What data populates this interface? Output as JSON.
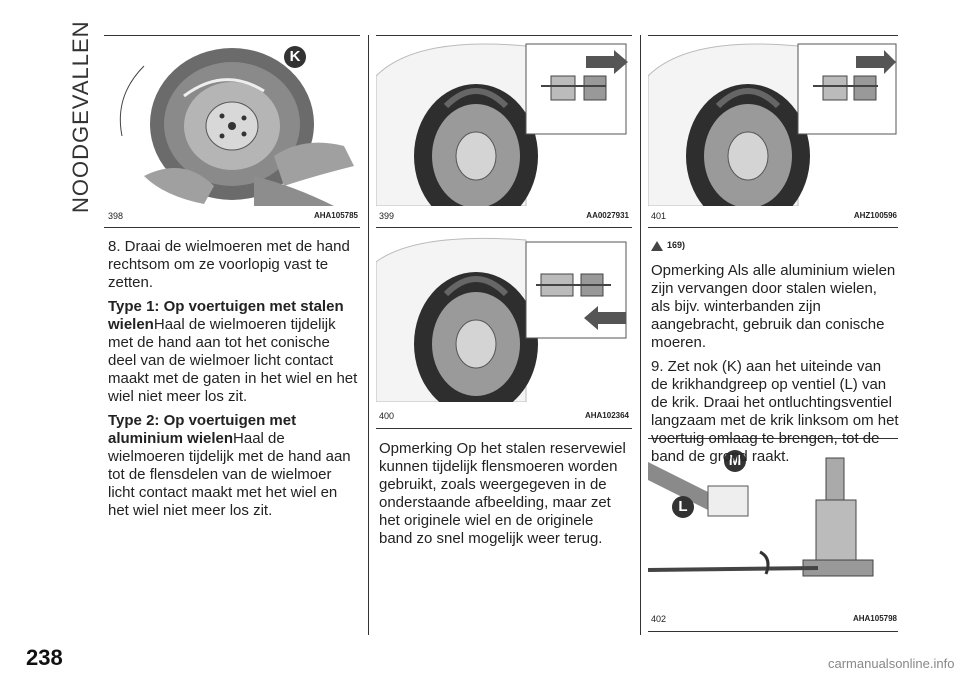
{
  "side_title": "NOODGEVALLEN",
  "page_number": "238",
  "figures": [
    {
      "num": "398",
      "code": "AHA105785",
      "callouts": [
        "K"
      ]
    },
    {
      "num": "399",
      "code": "AA0027931"
    },
    {
      "num": "400",
      "code": "AHA102364"
    },
    {
      "num": "401",
      "code": "AHZ100596"
    },
    {
      "num": "402",
      "code": "AHA105798",
      "callouts": [
        "M",
        "L"
      ]
    }
  ],
  "col1": {
    "step8": "8. Draai de wielmoeren met de hand rechtsom om ze voorlopig vast te zetten.",
    "type1_head": "Type 1: Op voertuigen met stalen wielen",
    "type1_body": "Haal de wielmoeren tijdelijk met de hand aan tot het conische deel van de wielmoer licht contact maakt met de gaten in het wiel en het wiel niet meer los zit.",
    "type2_head": "Type 2: Op voertuigen met aluminium wielen",
    "type2_body": "Haal de wielmoeren tijdelijk met de hand aan tot de flensdelen van de wielmoer licht contact maakt met het wiel en het wiel niet meer los zit."
  },
  "col2": {
    "note": "Opmerking  Op het stalen reservewiel kunnen tijdelijk flensmoeren worden gebruikt, zoals weergegeven in de onderstaande afbeelding, maar zet het originele wiel en de originele band zo snel mogelijk weer terug."
  },
  "col3": {
    "warning_ref": "169)",
    "note": "Opmerking  Als alle aluminium wielen zijn vervangen door stalen wielen, als bijv. winterbanden zijn aangebracht, gebruik dan conische moeren.",
    "step9": "9. Zet nok (K) aan het uiteinde van de krikhandgreep op ventiel (L) van de krik. Draai het ontluchtingsventiel langzaam met de krik linksom om het voertuig omlaag te brengen, tot de band de grond raakt."
  },
  "footer": "carmanualsonline.info"
}
